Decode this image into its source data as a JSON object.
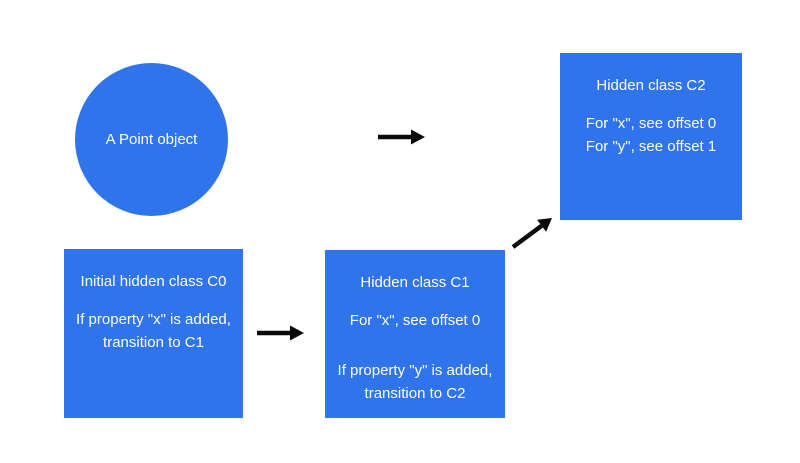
{
  "colors": {
    "background": "#FFFFFF",
    "shape_fill": "#2F74EB",
    "text": "#FFFFFF",
    "arrow": "#0A0A0A"
  },
  "nodes": {
    "point_object": {
      "label": "A Point object"
    },
    "c0": {
      "title": "Initial hidden class C0",
      "body": "If property \"x\" is added,\ntransition to C1"
    },
    "c1": {
      "title": "Hidden class C1",
      "offset_line": "For \"x\", see offset 0",
      "body": "If property \"y\" is added,\ntransition to C2"
    },
    "c2": {
      "title": "Hidden class C2",
      "body": "For \"x\", see offset 0\nFor \"y\", see offset 1"
    }
  }
}
